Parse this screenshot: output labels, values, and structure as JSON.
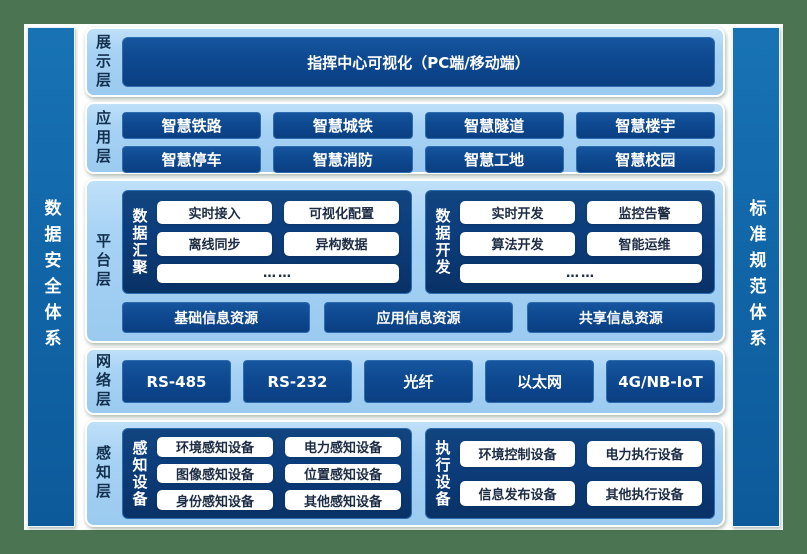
{
  "diagram": {
    "security_bar": "数据安全体系",
    "standards_bar": "标准规范体系",
    "presentation_layer": {
      "label": "展示层",
      "title": "指挥中心可视化（PC端/移动端）"
    },
    "application_layer": {
      "label": "应用层",
      "items": [
        "智慧铁路",
        "智慧城铁",
        "智慧隧道",
        "智慧楼宇",
        "智慧停车",
        "智慧消防",
        "智慧工地",
        "智慧校园"
      ]
    },
    "platform_layer": {
      "label": "平台层",
      "groups": [
        {
          "name": "数据汇聚",
          "items": [
            "实时接入",
            "可视化配置",
            "离线同步",
            "异构数据"
          ],
          "more": "……"
        },
        {
          "name": "数据开发",
          "items": [
            "实时开发",
            "监控告警",
            "算法开发",
            "智能运维"
          ],
          "more": "……"
        }
      ],
      "resources": [
        "基础信息资源",
        "应用信息资源",
        "共享信息资源"
      ]
    },
    "network_layer": {
      "label": "网络层",
      "items": [
        "RS-485",
        "RS-232",
        "光纤",
        "以太网",
        "4G/NB-IoT"
      ]
    },
    "perception_layer": {
      "label": "感知层",
      "groups": [
        {
          "name": "感知设备",
          "items": [
            "环境感知设备",
            "电力感知设备",
            "图像感知设备",
            "位置感知设备",
            "身份感知设备",
            "其他感知设备"
          ]
        },
        {
          "name": "执行设备",
          "items": [
            "环境控制设备",
            "电力执行设备",
            "信息发布设备",
            "其他执行设备"
          ]
        }
      ]
    },
    "colors": {
      "background_green": "#4b7552",
      "panel_blue": "#a6d2f4",
      "box_blue": "#0e4a92",
      "bar_blue": "#1166a8"
    }
  }
}
